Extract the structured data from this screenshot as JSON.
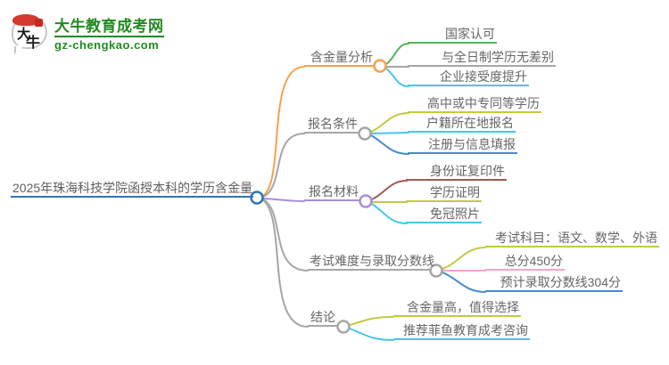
{
  "logo": {
    "bubble_char_1": "大",
    "bubble_char_2": "牛",
    "site_name": "大牛教育成考网",
    "site_domain": "gz-chengkao.com",
    "brand_green": "#218a21",
    "seal_red": "#c22b20"
  },
  "mindmap": {
    "root": {
      "label": "2025年珠海科技学院函授本科的学历含金量",
      "color": "#2f76b5"
    },
    "branches": [
      {
        "label": "含金量分析",
        "color": "#f7a14e",
        "children": [
          {
            "label": "国家认可",
            "color": "#56b358"
          },
          {
            "label": "与全日制学历无差别",
            "color": "#a6a6a6"
          },
          {
            "label": "企业接受度提升",
            "color": "#45c8e9"
          }
        ]
      },
      {
        "label": "报名条件",
        "color": "#a6a6a6",
        "children": [
          {
            "label": "高中或中专同等学历",
            "color": "#c3ca3e"
          },
          {
            "label": "户籍所在地报名",
            "color": "#45c8e9"
          },
          {
            "label": "注册与信息填报",
            "color": "#4589cf"
          }
        ]
      },
      {
        "label": "报名材料",
        "color": "#aa8ed6",
        "children": [
          {
            "label": "身份证复印件",
            "color": "#9e5b4f"
          },
          {
            "label": "学历证明",
            "color": "#c3ca3e"
          },
          {
            "label": "免冠照片",
            "color": "#45c8e9"
          }
        ]
      },
      {
        "label": "考试难度与录取分数线",
        "color": "#a6a6a6",
        "children": [
          {
            "label": "考试科目：语文、数学、外语",
            "color": "#c3ca3e"
          },
          {
            "label": "总分450分",
            "color": "#f7a2cb"
          },
          {
            "label": "预计录取分数线304分",
            "color": "#4589cf"
          }
        ]
      },
      {
        "label": "结论",
        "color": "#a6a6a6",
        "children": [
          {
            "label": "含金量高，值得选择",
            "color": "#c3ca3e"
          },
          {
            "label": "推荐菲鱼教育成考咨询",
            "color": "#45c8e9"
          }
        ]
      }
    ]
  }
}
